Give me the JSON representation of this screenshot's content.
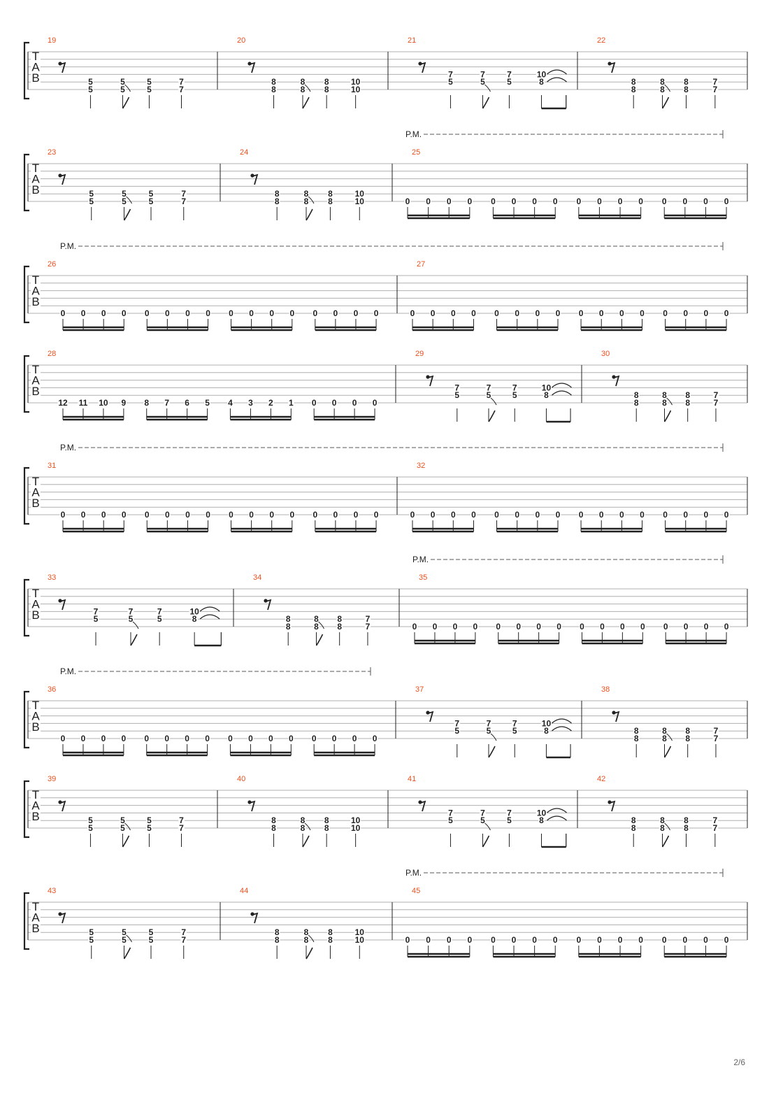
{
  "page": {
    "number": "2/6",
    "clef": [
      "T",
      "A",
      "B"
    ],
    "palm_mute_label": "P.M."
  },
  "colors": {
    "measure_number": "#e8501e",
    "staff_line": "#b0b0b0",
    "notation": "#222222",
    "palm_mute_line": "#555555"
  },
  "patterns": {
    "A": {
      "kind": "eighths",
      "chords": [
        {
          "frets": [
            [
              "e",
              "5"
            ],
            [
              "f",
              "5"
            ]
          ],
          "flag": false,
          "slur": false
        },
        {
          "frets": [
            [
              "e",
              "5"
            ],
            [
              "f",
              "5"
            ]
          ],
          "flag": true,
          "slur": true
        },
        {
          "frets": [
            [
              "e",
              "5"
            ],
            [
              "f",
              "5"
            ]
          ],
          "flag": false,
          "slur": false
        },
        {
          "frets": [
            [
              "e",
              "7"
            ],
            [
              "f",
              "7"
            ]
          ],
          "flag": false,
          "slur": false
        }
      ]
    },
    "B": {
      "kind": "eighths",
      "chords": [
        {
          "frets": [
            [
              "e",
              "8"
            ],
            [
              "f",
              "8"
            ]
          ],
          "flag": false,
          "slur": false
        },
        {
          "frets": [
            [
              "e",
              "8"
            ],
            [
              "f",
              "8"
            ]
          ],
          "flag": true,
          "slur": true
        },
        {
          "frets": [
            [
              "e",
              "8"
            ],
            [
              "f",
              "8"
            ]
          ],
          "flag": false,
          "slur": false
        },
        {
          "frets": [
            [
              "e",
              "10"
            ],
            [
              "f",
              "10"
            ]
          ],
          "flag": false,
          "slur": false
        }
      ]
    },
    "C": {
      "kind": "eighths",
      "chords": [
        {
          "frets": [
            [
              "d",
              "7"
            ],
            [
              "e",
              "5"
            ]
          ],
          "flag": false,
          "slur": false
        },
        {
          "frets": [
            [
              "d",
              "7"
            ],
            [
              "e",
              "5"
            ]
          ],
          "flag": true,
          "slur": true
        },
        {
          "frets": [
            [
              "d",
              "7"
            ],
            [
              "e",
              "5"
            ]
          ],
          "flag": false,
          "slur": false
        },
        {
          "frets": [
            [
              "d",
              "10"
            ],
            [
              "e",
              "8"
            ]
          ],
          "beam": "start",
          "ties": true
        },
        {
          "frets": [],
          "beam": "end"
        }
      ]
    },
    "D": {
      "kind": "eighths",
      "chords": [
        {
          "frets": [
            [
              "e",
              "8"
            ],
            [
              "f",
              "8"
            ]
          ],
          "flag": false,
          "slur": false
        },
        {
          "frets": [
            [
              "e",
              "8"
            ],
            [
              "f",
              "8"
            ]
          ],
          "flag": true,
          "slur": true
        },
        {
          "frets": [
            [
              "e",
              "8"
            ],
            [
              "f",
              "8"
            ]
          ],
          "flag": false,
          "slur": false
        },
        {
          "frets": [
            [
              "e",
              "7"
            ],
            [
              "f",
              "7"
            ]
          ],
          "flag": false,
          "slur": false
        }
      ]
    },
    "Z": {
      "kind": "sixteenths",
      "frets": [
        "0",
        "0",
        "0",
        "0",
        "0",
        "0",
        "0",
        "0",
        "0",
        "0",
        "0",
        "0",
        "0",
        "0",
        "0",
        "0"
      ]
    },
    "M28": {
      "kind": "sixteenths",
      "frets": [
        "12",
        "11",
        "10",
        "9",
        "8",
        "7",
        "6",
        "5",
        "4",
        "3",
        "2",
        "1",
        "0",
        "0",
        "0",
        "0"
      ]
    }
  },
  "systems": [
    {
      "measures": [
        {
          "num": "19",
          "pattern": "A"
        },
        {
          "num": "20",
          "pattern": "B"
        },
        {
          "num": "21",
          "pattern": "C"
        },
        {
          "num": "22",
          "pattern": "D"
        }
      ]
    },
    {
      "measures": [
        {
          "num": "23",
          "pattern": "A"
        },
        {
          "num": "24",
          "pattern": "B"
        },
        {
          "num": "25",
          "pattern": "Z"
        }
      ],
      "pm": true
    },
    {
      "measures": [
        {
          "num": "26",
          "pattern": "Z"
        },
        {
          "num": "27",
          "pattern": "Z"
        }
      ],
      "pm": true
    },
    {
      "measures": [
        {
          "num": "28",
          "pattern": "M28"
        },
        {
          "num": "29",
          "pattern": "C"
        },
        {
          "num": "30",
          "pattern": "D"
        }
      ]
    },
    {
      "measures": [
        {
          "num": "31",
          "pattern": "Z"
        },
        {
          "num": "32",
          "pattern": "Z"
        }
      ],
      "pm": true
    },
    {
      "measures": [
        {
          "num": "33",
          "pattern": "C"
        },
        {
          "num": "34",
          "pattern": "D"
        },
        {
          "num": "35",
          "pattern": "Z"
        }
      ],
      "pm": true
    },
    {
      "measures": [
        {
          "num": "36",
          "pattern": "Z"
        },
        {
          "num": "37",
          "pattern": "C"
        },
        {
          "num": "38",
          "pattern": "D"
        }
      ],
      "pm": true
    },
    {
      "measures": [
        {
          "num": "39",
          "pattern": "A"
        },
        {
          "num": "40",
          "pattern": "B"
        },
        {
          "num": "41",
          "pattern": "C"
        },
        {
          "num": "42",
          "pattern": "D"
        }
      ]
    },
    {
      "measures": [
        {
          "num": "43",
          "pattern": "A"
        },
        {
          "num": "44",
          "pattern": "B"
        },
        {
          "num": "45",
          "pattern": "Z"
        }
      ],
      "pm": true
    }
  ]
}
